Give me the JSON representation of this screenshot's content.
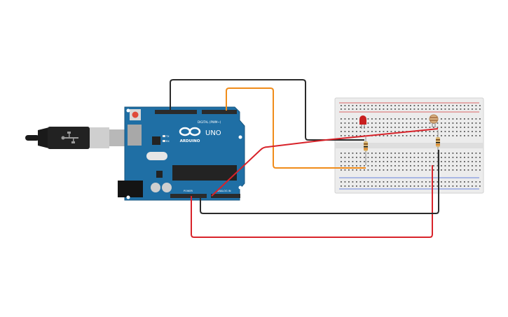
{
  "board": {
    "logo_text": "ARDUINO",
    "model": "UNO",
    "digital_header_label": "DIGITAL (PWM~)",
    "power_header_label": "POWER",
    "analog_header_label": "ANALOG IN",
    "led_labels": [
      "TX",
      "RX"
    ],
    "colors": {
      "board": "#1f6fa5",
      "header": "#2b2b2b",
      "reset": "#e04a3a"
    }
  },
  "breadboard": {
    "colors": {
      "body": "#ececec",
      "rail_red": "#d83a3a",
      "rail_blue": "#3a5fd8",
      "hole": "#555555"
    },
    "components": [
      {
        "type": "led",
        "color": "red",
        "icon": "led-icon"
      },
      {
        "type": "photoresistor",
        "icon": "ldr-icon"
      },
      {
        "type": "resistor",
        "icon": "resistor-icon"
      },
      {
        "type": "resistor",
        "icon": "resistor-icon"
      }
    ]
  },
  "usb_cable": {
    "icon": "usb-plug-icon"
  },
  "wires": [
    {
      "name": "gnd-wire",
      "color": "#2b2b2b"
    },
    {
      "name": "signal-wire",
      "color": "#f08c1a"
    },
    {
      "name": "analog-wire",
      "color": "#d8232a"
    },
    {
      "name": "5v-wire",
      "color": "#d8232a"
    },
    {
      "name": "gnd-bottom-wire",
      "color": "#2b2b2b"
    }
  ]
}
